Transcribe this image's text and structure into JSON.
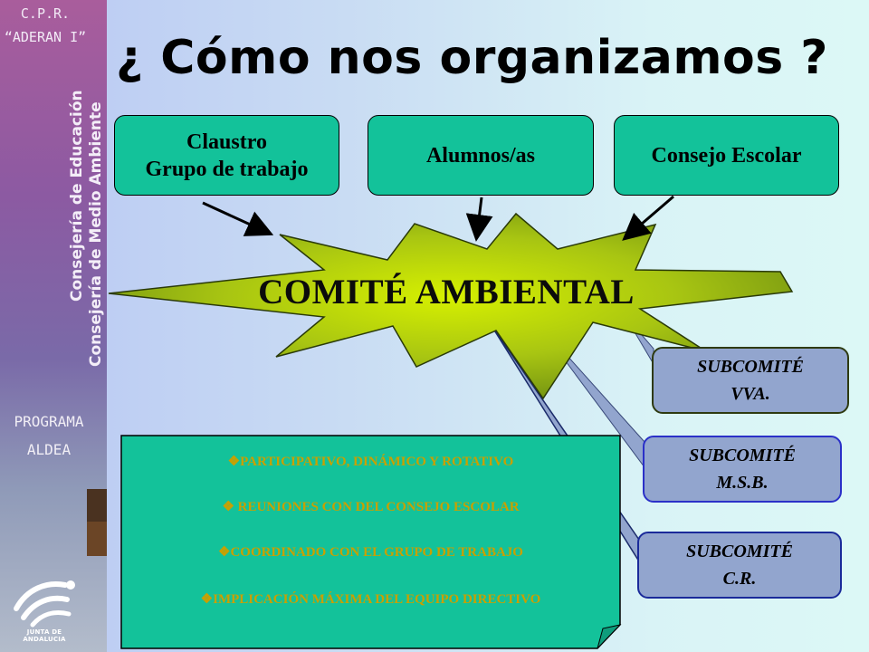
{
  "sidebar": {
    "school_line1": "C.P.R.",
    "school_line2": "“ADERAN I”",
    "vertical_line1": "Consejería de Educación",
    "vertical_line2": "Consejería de Medio Ambiente",
    "program_line1": "PROGRAMA",
    "program_line2": "ALDEA",
    "logo_text": "JUNTA DE ANDALUCIA"
  },
  "title": "¿ Cómo nos organizamos ?",
  "top_boxes": {
    "claustro_line1": "Claustro",
    "claustro_line2": "Grupo de trabajo",
    "alumnos": "Alumnos/as",
    "consejo": "Consejo Escolar"
  },
  "center": "COMITÉ AMBIENTAL",
  "subcommittees": [
    {
      "line1": "SUBCOMITÉ",
      "line2": "VVA."
    },
    {
      "line1": "SUBCOMITÉ",
      "line2": "M.S.B."
    },
    {
      "line1": "SUBCOMITÉ",
      "line2": "C.R."
    }
  ],
  "notes": [
    "❖PARTICIPATIVO,  DINÁMICO Y ROTATIVO",
    "❖  REUNIONES CON  DEL CONSEJO ESCOLAR",
    "❖COORDINADO  CON EL GRUPO DE TRABAJO",
    "❖IMPLICACIÓN  MÁXIMA DEL EQUIPO DIRECTIVO"
  ],
  "colors": {
    "box_green": "#13c29a",
    "star_green": "#8fb016",
    "note_text": "#c8a000",
    "sub_blue": "#92a5ce"
  }
}
